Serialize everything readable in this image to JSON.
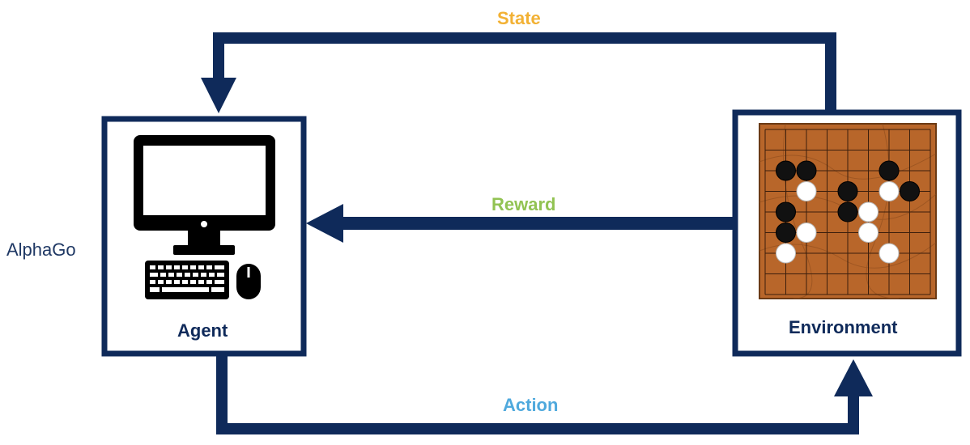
{
  "labels": {
    "state": "State",
    "reward": "Reward",
    "action": "Action",
    "alphago": "AlphaGo"
  },
  "boxes": {
    "agent": "Agent",
    "environment": "Environment"
  },
  "colors": {
    "navy": "#0f2a5a",
    "state": "#f2b134",
    "reward": "#92c353",
    "action": "#4fa9dd",
    "alphago": "#1f3864",
    "board": "#b8662a",
    "board_line": "#3b1e0c"
  },
  "icons": {
    "agent": "computer-icon",
    "environment": "go-board-icon"
  },
  "go_board": {
    "size": 9,
    "black": [
      [
        1,
        2
      ],
      [
        2,
        2
      ],
      [
        6,
        2
      ],
      [
        4,
        3
      ],
      [
        7,
        3
      ],
      [
        1,
        4
      ],
      [
        4,
        4
      ],
      [
        1,
        5
      ]
    ],
    "white": [
      [
        2,
        3
      ],
      [
        6,
        3
      ],
      [
        5,
        4
      ],
      [
        2,
        5
      ],
      [
        5,
        5
      ],
      [
        1,
        6
      ],
      [
        6,
        6
      ]
    ]
  }
}
